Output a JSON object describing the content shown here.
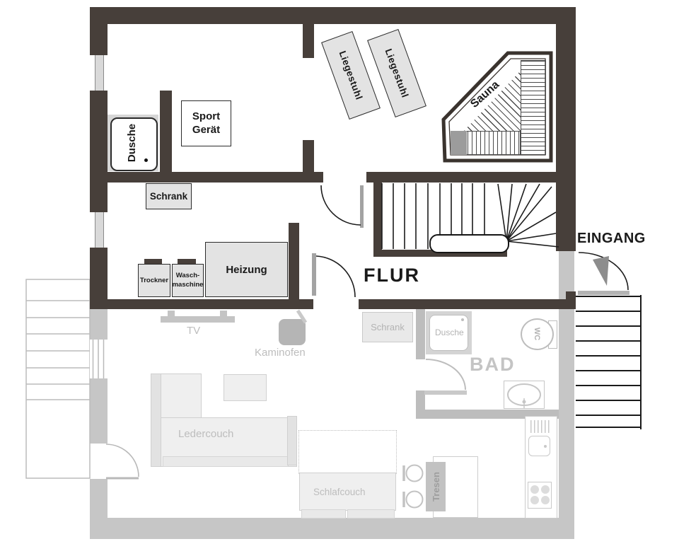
{
  "plan": {
    "upper": {
      "flur": "FLUR",
      "eingang": "EINGANG",
      "dusche": "Dusche",
      "sport_line1": "Sport",
      "sport_line2": "Gerät",
      "schrank": "Schrank",
      "trockner": "Trockner",
      "wasch_line1": "Wasch-",
      "wasch_line2": "maschine",
      "heizung": "Heizung",
      "liegestuhl": [
        "Liegestuhl",
        "Liegestuhl"
      ],
      "sauna": "Sauna"
    },
    "lower": {
      "bad": "BAD",
      "tv": "TV",
      "kaminofen": "Kaminofen",
      "ledercouch": "Ledercouch",
      "schlafcouch": "Schlafcouch",
      "tresen": "Tresen",
      "schrank": "Schrank",
      "dusche": "Dusche",
      "wc": "WC"
    },
    "colors": {
      "wall_dark": "#473f3a",
      "wall_faded": "#c6c6c6",
      "furniture_fill": "#e3e3e3",
      "faded_fill": "#efefef",
      "faded_label": "#bdbdbd"
    }
  }
}
